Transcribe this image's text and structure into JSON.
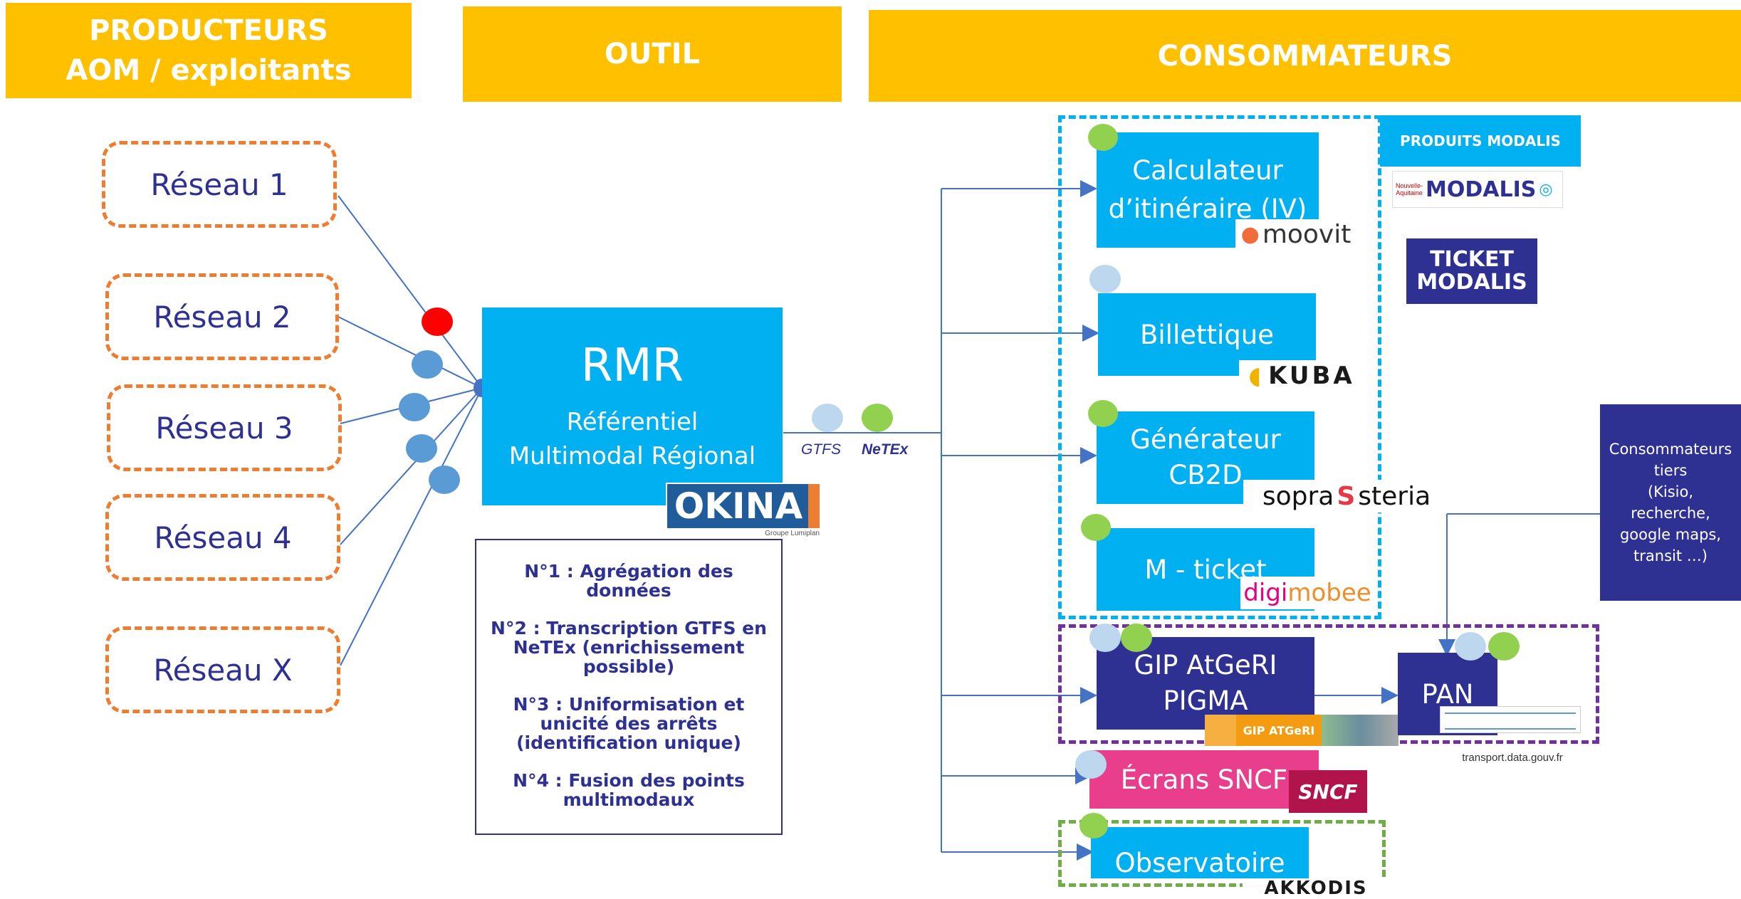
{
  "headers": {
    "producers_line1": "PRODUCTEURS",
    "producers_line2": "AOM / exploitants",
    "tool": "OUTIL",
    "consumers": "CONSOMMATEURS"
  },
  "networks": [
    "Réseau 1",
    "Réseau 2",
    "Réseau 3",
    "Réseau 4",
    "Réseau X"
  ],
  "rmr": {
    "title": "RMR",
    "subtitle_line1": "Référentiel",
    "subtitle_line2": "Multimodal Régional",
    "logo_text": "OKINA",
    "logo_caption": "Groupe Lumiplan"
  },
  "functions": [
    "N°1 : Agrégation des données",
    "N°2 : Transcription GTFS en NeTEx (enrichissement possible)",
    "N°3 : Uniformisation et unicité des arrêts (identification unique)",
    "N°4 : Fusion des points multimodaux"
  ],
  "formats": {
    "gtfs": "GTFS",
    "netex": "NeTEx"
  },
  "consumers": {
    "calculateur_line1": "Calculateur",
    "calculateur_line2": "d’itinéraire (IV)",
    "calculateur_logo": "moovit",
    "billettique": "Billettique",
    "billettique_logo": "KUBA",
    "generateur_line1": "Générateur",
    "generateur_line2": "CB2D",
    "generateur_logo_a": "sopra",
    "generateur_logo_b": "steria",
    "mticket": "M - ticket",
    "mticket_logo_a": "digi",
    "mticket_logo_b": "mobee",
    "gip_line1": "GIP AtGeRI",
    "gip_line2": "PIGMA",
    "gip_logo": "GIP ATGeRI",
    "pan": "PAN",
    "pan_caption": "transport.data.gouv.fr",
    "ecrans": "Écrans SNCF",
    "ecrans_logo": "SNCF",
    "observatoire": "Observatoire",
    "observatoire_logo": "AKKODIS"
  },
  "modalis": {
    "header": "PRODUITS MODALIS",
    "logo1": "MODALIS",
    "logo1_caption": "Nouvelle-Aquitaine",
    "ticket_line1": "TICKET",
    "ticket_line2": "MODALIS"
  },
  "third_party": {
    "line1": "Consommateurs",
    "line2": "tiers",
    "line3": "(Kisio,",
    "line4": "recherche,",
    "line5": "google maps,",
    "line6": "transit …)"
  },
  "colors": {
    "header": "#FFC000",
    "cyan": "#00B0F0",
    "navy": "#2E3192",
    "red_dot": "#FF0000",
    "green_dot": "#92D050",
    "light_blue_dot": "#BDD7EE",
    "mid_blue_dot": "#5B9BD5",
    "orange_dash": "#ED7D31",
    "purple_dash": "#7030A0",
    "green_dash": "#70AD47",
    "pink": "#E83E8C"
  }
}
